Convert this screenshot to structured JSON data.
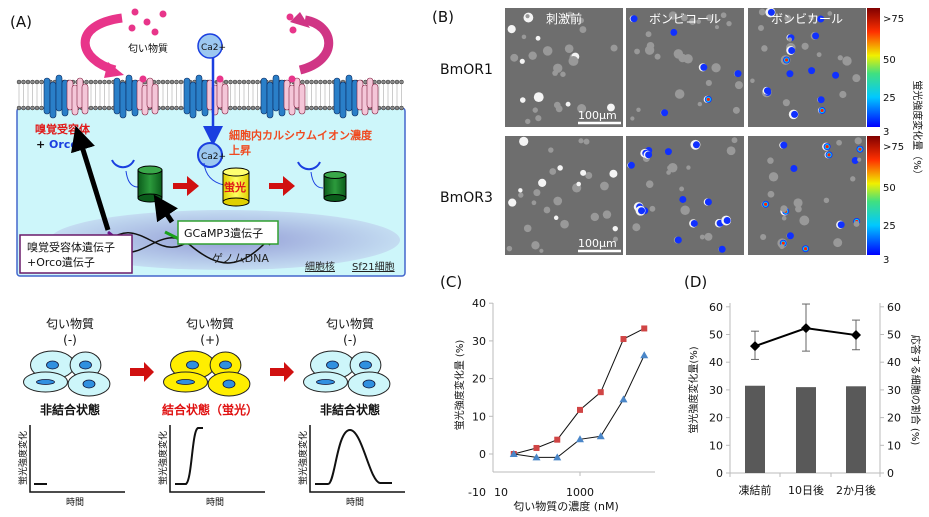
{
  "panel_a": {
    "label": "(A)",
    "odorant": "匂い物質",
    "ca_top": "Ca2+",
    "ca_bottom": "Ca2+",
    "receptor": "嗅覚受容体",
    "plus": "+ ",
    "orco": "Orco",
    "calcium_rise_1": "細胞内カルシウムイオン濃度",
    "calcium_rise_2": "上昇",
    "fluorescence": "蛍光",
    "gcamp_gene": "GCaMP3遺伝子",
    "receptor_gene_1": "嗅覚受容体遺伝子",
    "receptor_gene_2": "+Orco遺伝子",
    "genome": "ゲノムDNA",
    "nucleus": "細胞核",
    "cell": "Sf21細胞",
    "colors": {
      "membrane_receptor": "#2a7fc8",
      "orco": "#f4c6d8",
      "odorant": "#e8358a",
      "cytoplasm": "#cdf6fa"
    },
    "states": [
      {
        "odorant": "匂い物質",
        "sign": "(-)",
        "state": "非結合状態",
        "state_color": "#111111",
        "y_label": "蛍光強度変化",
        "x_label": "時間",
        "curve": "flat"
      },
      {
        "odorant": "匂い物質",
        "sign": "(+)",
        "state": "結合状態（蛍光）",
        "state_color": "#e01010",
        "y_label": "蛍光強度変化",
        "x_label": "時間",
        "curve": "rise"
      },
      {
        "odorant": "匂い物質",
        "sign": "(-)",
        "state": "非結合状態",
        "state_color": "#111111",
        "y_label": "蛍光強度変化",
        "x_label": "時間",
        "curve": "peak"
      }
    ]
  },
  "panel_b": {
    "label": "(B)",
    "columns": [
      "刺激前",
      "ボンビコール",
      "ボンビカール"
    ],
    "rows": [
      "BmOR1",
      "BmOR3"
    ],
    "scale_bar": "100μm",
    "colorbar_ticks": [
      ">75",
      "50",
      "25",
      "3"
    ],
    "colorbar_label": "蛍光強度変化量（%）"
  },
  "chart_data": [
    {
      "type": "line",
      "title": "(C)",
      "xlabel": "匂い物質の濃度 (nM)",
      "ylabel": "蛍光強度変化量 (%)",
      "xscale": "log",
      "x_tick_labels": [
        "10",
        "1000"
      ],
      "y_tick_labels": [
        "40",
        "30",
        "20",
        "10",
        "0",
        "-10"
      ],
      "ylim": [
        -10,
        40
      ],
      "x": [
        30,
        100,
        300,
        1000,
        3000,
        10000,
        30000
      ],
      "series": [
        {
          "name": "red-square",
          "color": "#d04545",
          "marker": "square",
          "values": [
            0,
            1.6,
            3.8,
            11.7,
            16.4,
            30.5,
            33.3
          ]
        },
        {
          "name": "blue-triangle",
          "color": "#4a86c8",
          "marker": "triangle",
          "values": [
            0,
            -0.9,
            -0.9,
            3.9,
            4.7,
            14.5,
            26.2
          ]
        }
      ]
    },
    {
      "type": "bar",
      "title": "(D)",
      "categories": [
        "凍結前",
        "10日後",
        "2か月後"
      ],
      "ylabel": "蛍光強度変化量(%)",
      "y2label": "応答する細胞の割合 (%)",
      "ylim": [
        0,
        60
      ],
      "y2lim": [
        0,
        60
      ],
      "y_tick_labels": [
        "0",
        "10",
        "20",
        "30",
        "40",
        "50",
        "60"
      ],
      "bars": {
        "name": "応答する細胞の割合",
        "color": "#595959",
        "values": [
          31.5,
          31.0,
          31.3
        ]
      },
      "line": {
        "name": "蛍光強度変化量",
        "color": "#000000",
        "values": [
          45.8,
          52.3,
          49.8
        ],
        "err_low": [
          41.0,
          44.0,
          44.5
        ],
        "err_high": [
          51.2,
          61.0,
          55.2
        ]
      }
    }
  ]
}
